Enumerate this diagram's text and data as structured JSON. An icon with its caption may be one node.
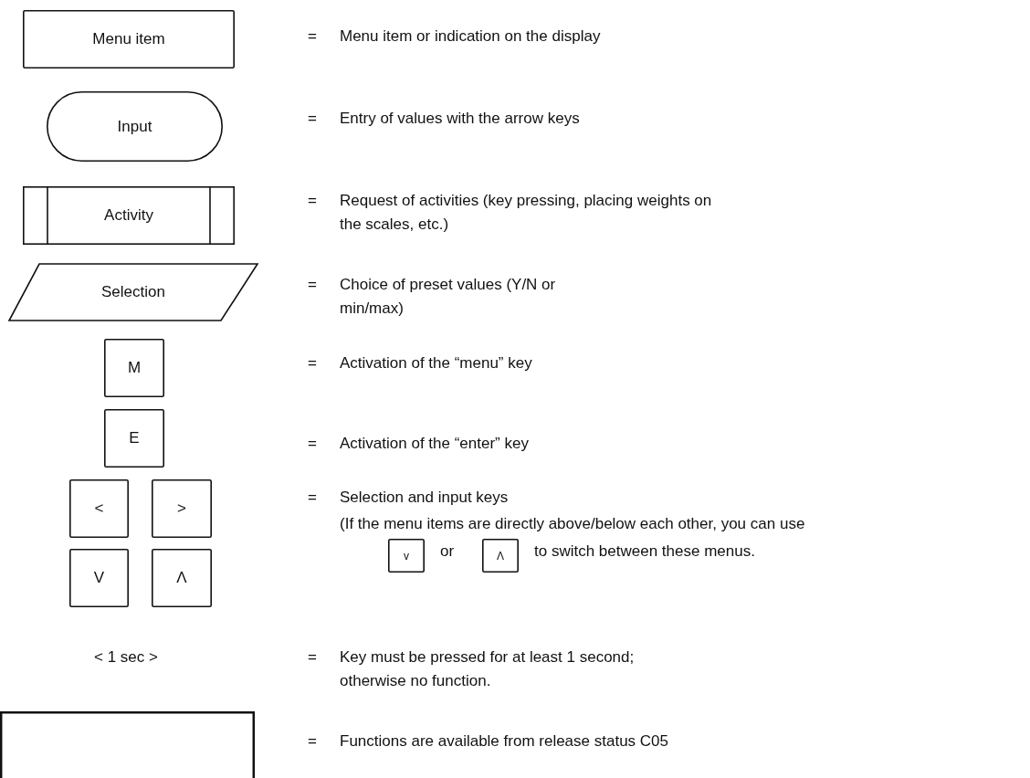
{
  "diagram": {
    "nodes": [
      {
        "text": [
          "Menu item"
        ]
      },
      {
        "text": [
          "Input"
        ]
      },
      {
        "text": [
          "Activity"
        ]
      },
      {
        "text": [
          "Selection"
        ]
      },
      {
        "text": [
          "M"
        ]
      },
      {
        "text": [
          "E"
        ]
      },
      {
        "text": [
          "<"
        ]
      },
      {
        "text": [
          ">"
        ]
      },
      {
        "text": [
          "V"
        ]
      },
      {
        "text": [
          "Λ"
        ]
      },
      {
        "text": [
          "v"
        ]
      },
      {
        "text": [
          "Λ"
        ]
      },
      {
        "text": [],
        "shape": "box"
      }
    ],
    "edges": [],
    "labels": [
      "=",
      "Menu item or indication on the display",
      "=",
      "Entry of values with the arrow keys",
      "=",
      "Request of activities (key pressing, placing weights on the scales, etc.)",
      "=",
      "Choice of preset values (Y/N or min/max)",
      "=",
      "Activation of the “menu” key",
      "=",
      "Activation of the “enter” key",
      "=",
      "Selection and input keys",
      "(If the menu items are directly above/below each other, you can use",
      "or",
      "to switch between these menus.",
      "< 1 sec >",
      "=",
      "Key must be pressed for at least 1 second; otherwise no function.",
      "=",
      "Functions are available from release status C05"
    ]
  }
}
